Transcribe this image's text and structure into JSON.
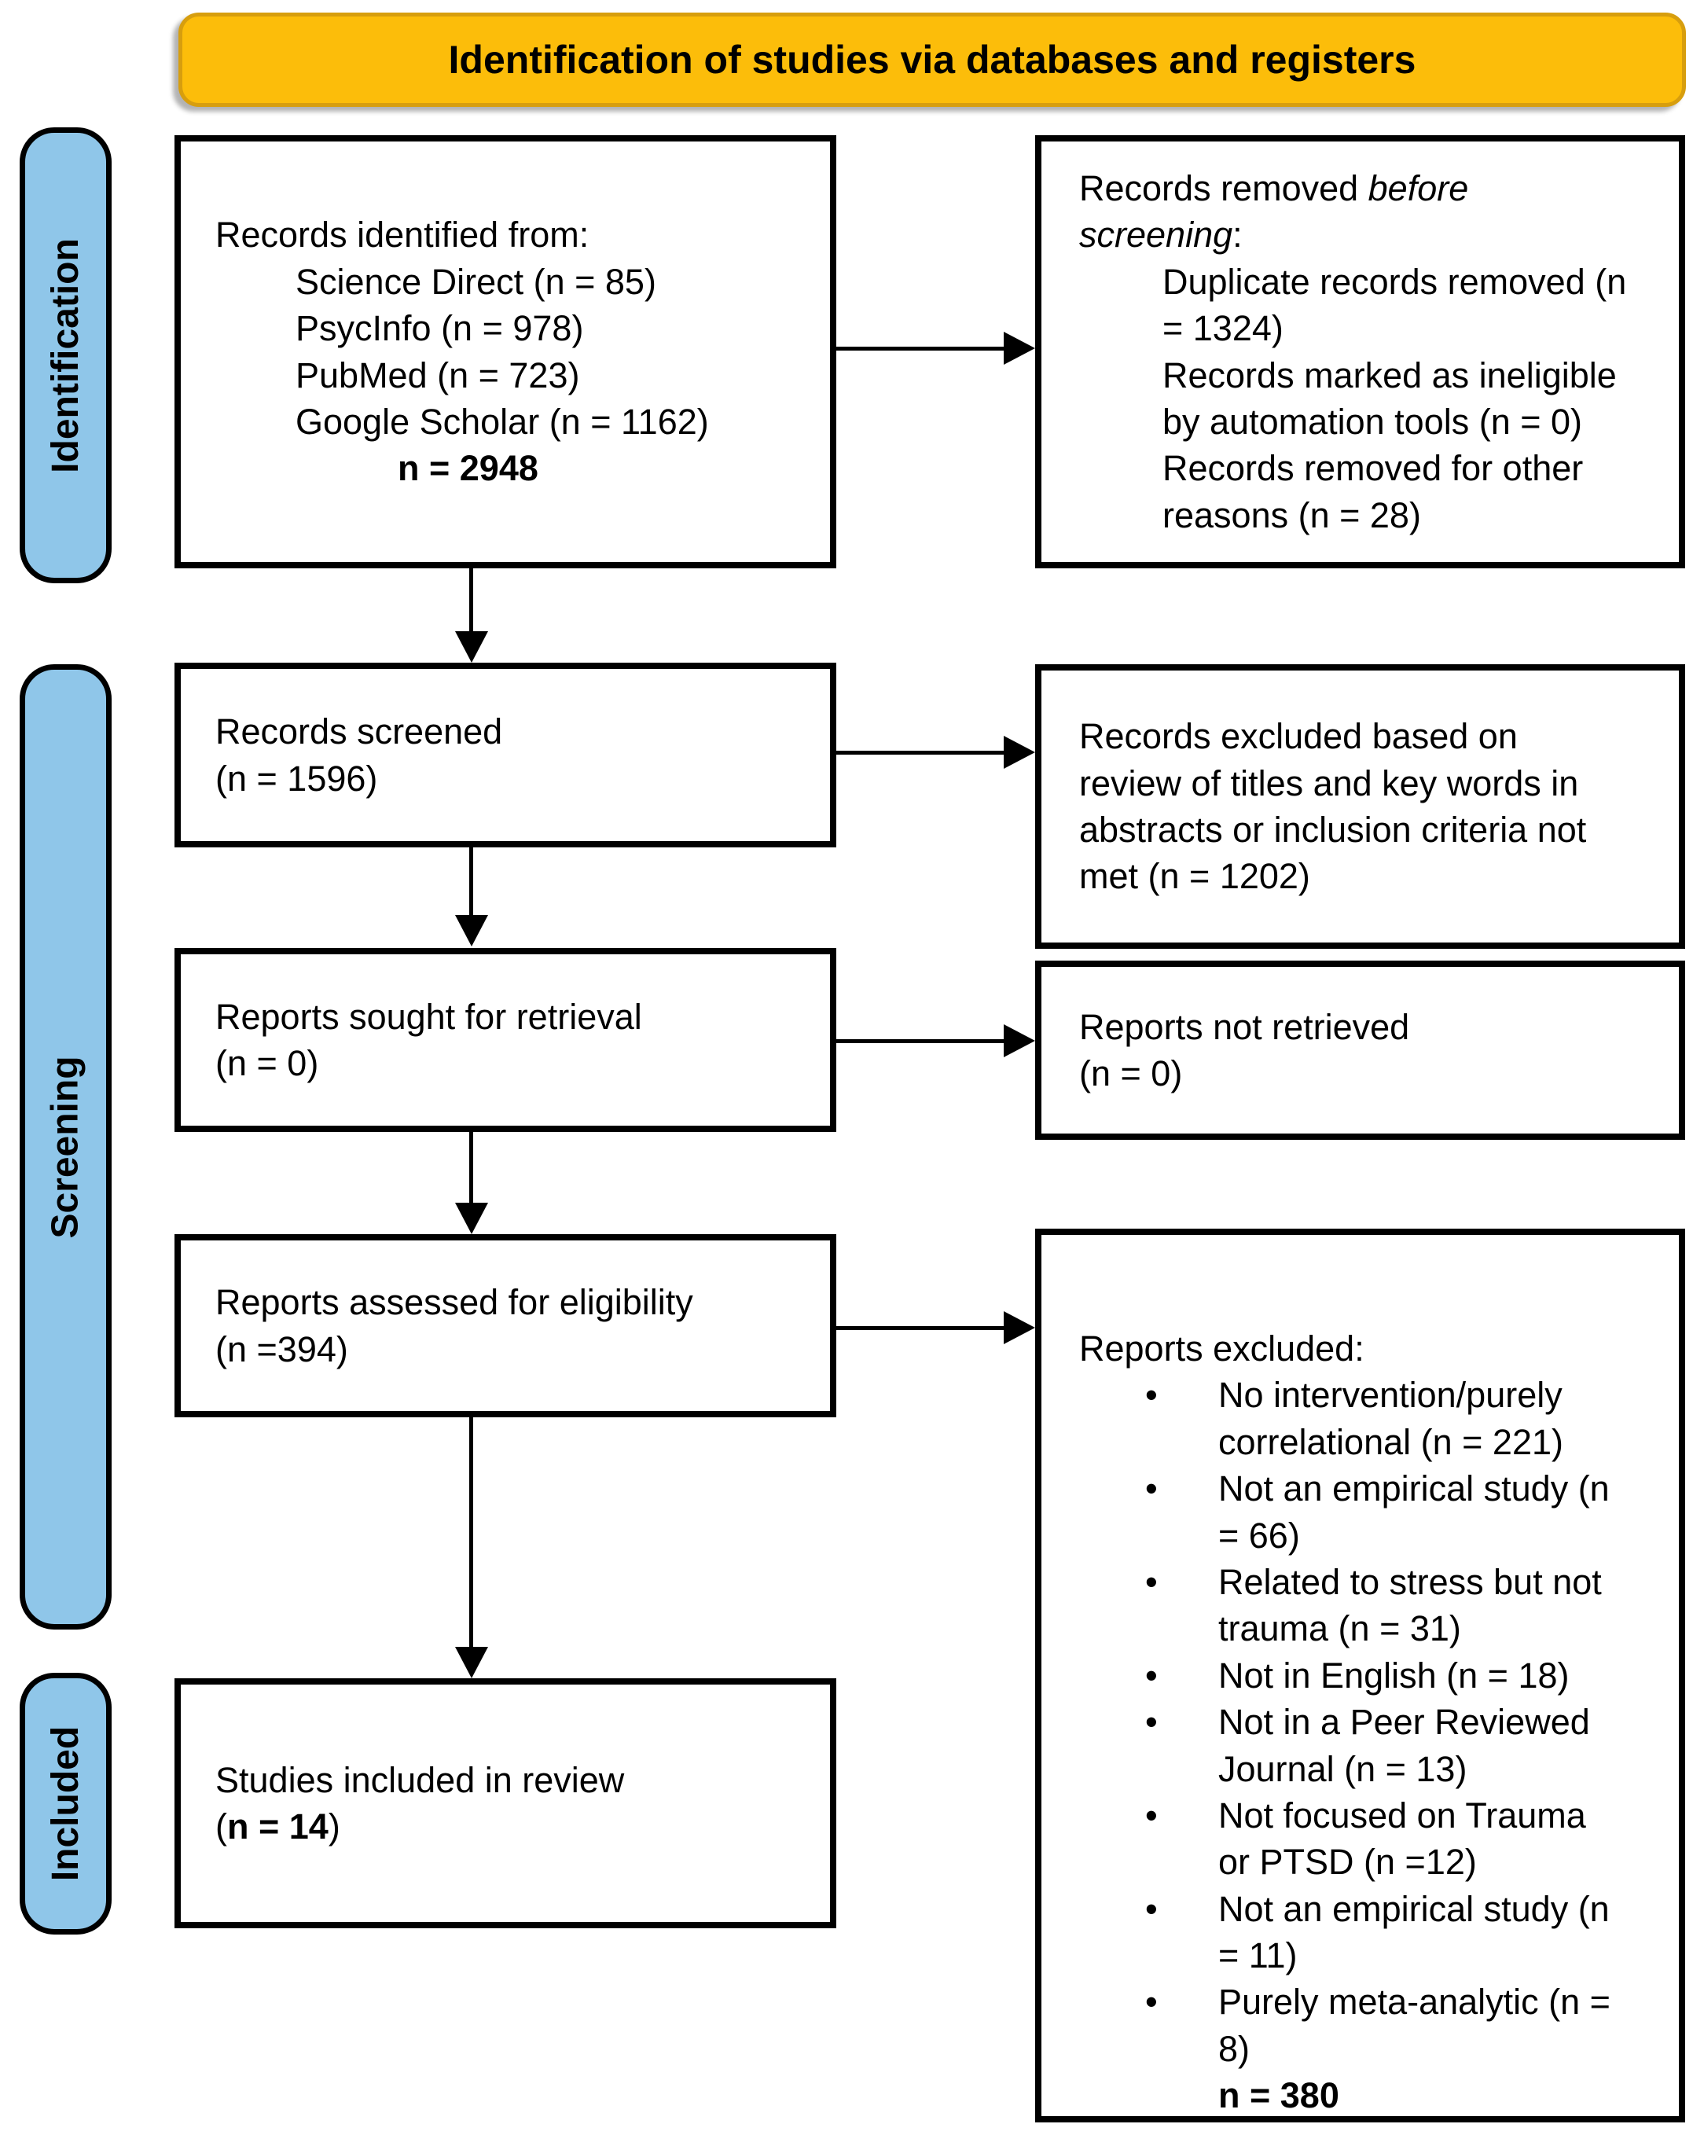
{
  "banner": {
    "title": "Identification of studies via databases and registers"
  },
  "stage_labels": {
    "identification": "Identification",
    "screening": "Screening",
    "included": "Included"
  },
  "colors": {
    "banner_fill": "#FCBD0A",
    "banner_border": "#D79E0E",
    "stage_bar_fill": "#8FC6E9",
    "box_border": "#000000",
    "text": "#000000"
  },
  "boxes": {
    "records_identified": {
      "intro": "Records identified from:",
      "sources": [
        "Science Direct (n = 85)",
        "PsycInfo (n = 978)",
        "PubMed (n = 723)",
        "Google Scholar (n = 1162)"
      ],
      "total": "n = 2948"
    },
    "records_removed": {
      "intro_line1_plain": "Records removed ",
      "intro_line1_italic": "before",
      "intro_line2_italic": "screening",
      "intro_line2_suffix": ":",
      "items": [
        [
          "Duplicate records removed (n",
          "= 1324)"
        ],
        [
          "Records marked as ineligible",
          "by automation tools (n = 0)"
        ],
        [
          "Records removed for other",
          "reasons (n = 28)"
        ]
      ]
    },
    "records_screened": {
      "lines": [
        "Records screened",
        "(n = 1596)"
      ]
    },
    "records_excluded": {
      "lines": [
        "Records excluded based on",
        "review of titles and key words in",
        "abstracts or inclusion criteria not",
        "met (n = 1202)"
      ]
    },
    "reports_sought": {
      "lines": [
        "Reports sought for retrieval",
        "(n = 0)"
      ]
    },
    "reports_not_retrieved": {
      "lines": [
        "Reports not retrieved",
        "(n = 0)"
      ]
    },
    "reports_assessed": {
      "lines": [
        "Reports assessed for eligibility",
        "(n =394)"
      ]
    },
    "reports_excluded": {
      "intro": "Reports excluded:",
      "items": [
        [
          "No intervention/purely",
          "correlational (n = 221)"
        ],
        [
          "Not an empirical study (n",
          "= 66)"
        ],
        [
          "Related to stress but not",
          "trauma (n = 31)"
        ],
        [
          "Not in English (n = 18)"
        ],
        [
          "Not in a Peer Reviewed",
          "Journal (n = 13)"
        ],
        [
          "Not focused on Trauma",
          "or PTSD (n =12)"
        ],
        [
          "Not an empirical study (n",
          "= 11)"
        ],
        [
          "Purely meta-analytic (n =",
          "8)"
        ]
      ],
      "total": "n = 380"
    },
    "studies_included": {
      "line1": "Studies included in review",
      "line2_prefix": "(",
      "line2_bold": "n = 14",
      "line2_suffix": ")"
    }
  }
}
